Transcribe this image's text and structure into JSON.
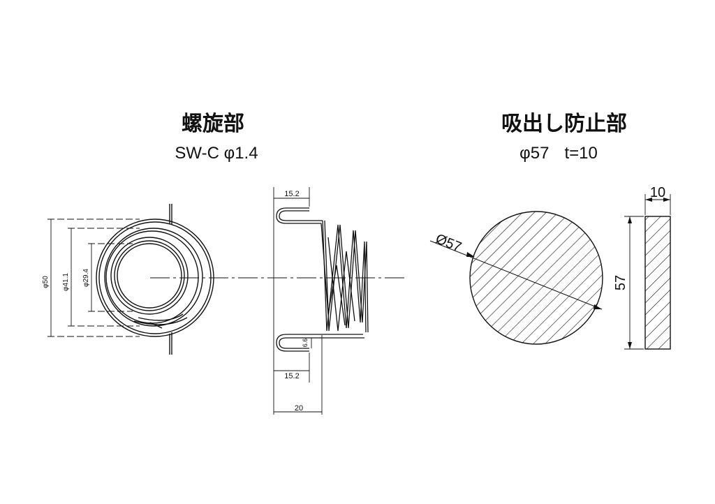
{
  "spring": {
    "title": "螺旋部",
    "subtitle": "SW-C φ1.4",
    "dims": {
      "outer_dia": "φ50",
      "mid_dia": "φ41.1",
      "inner_dia": "φ29.4",
      "top_width": "15.2",
      "bottom_width": "15.2",
      "gap": "6.6",
      "length": "20"
    }
  },
  "disk": {
    "title": "吸出し防止部",
    "subtitle_dia": "φ57",
    "subtitle_thk": "t=10",
    "dims": {
      "diameter": "Ø57",
      "height": "57",
      "thickness": "10"
    }
  },
  "colors": {
    "line": "#111111",
    "background": "#ffffff"
  }
}
